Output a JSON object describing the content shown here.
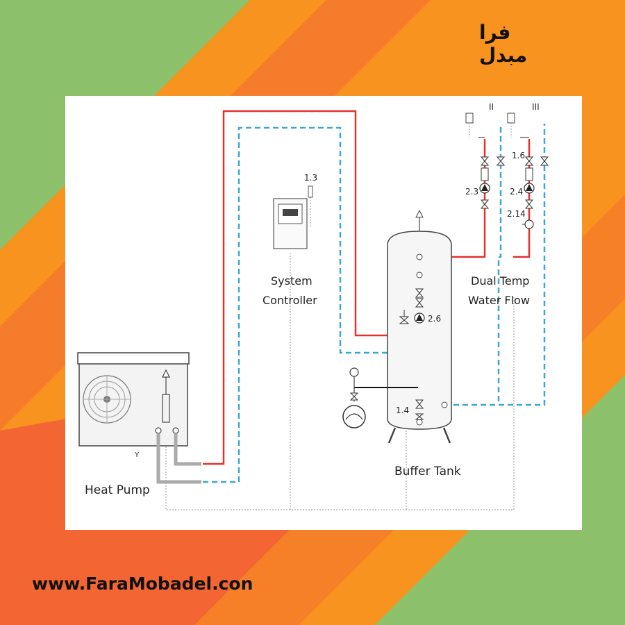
{
  "brand": {
    "title": "فرا مبدل",
    "website": "www.FaraMobadel.con"
  },
  "colors": {
    "orange": "#f7931e",
    "green": "#8cc06b",
    "red_orange": "#f25a3a",
    "supply_line": "#e5322d",
    "return_line": "#3ea6d4"
  },
  "diagram": {
    "labels": {
      "heat_pump": "Heat Pump",
      "system_controller_1": "System",
      "system_controller_2": "Controller",
      "buffer_tank": "Buffer Tank",
      "dual_temp_1": "Dual Temp",
      "dual_temp_2": "Water Flow",
      "circuit_2": "II",
      "circuit_3": "III",
      "heat_pump_tag": "Y"
    },
    "tags": {
      "t_1_3": "1.3",
      "t_2_6": "2.6",
      "t_1_4": "1.4",
      "t_1_6": "1.6",
      "t_2_3": "2.3",
      "t_2_4": "2.4",
      "t_2_14": "2.14"
    },
    "icons": [
      "fan-icon",
      "pump-icon",
      "valve-icon",
      "vent-icon",
      "pressure-gauge-icon",
      "expansion-vessel-icon",
      "thermostat-icon"
    ]
  }
}
